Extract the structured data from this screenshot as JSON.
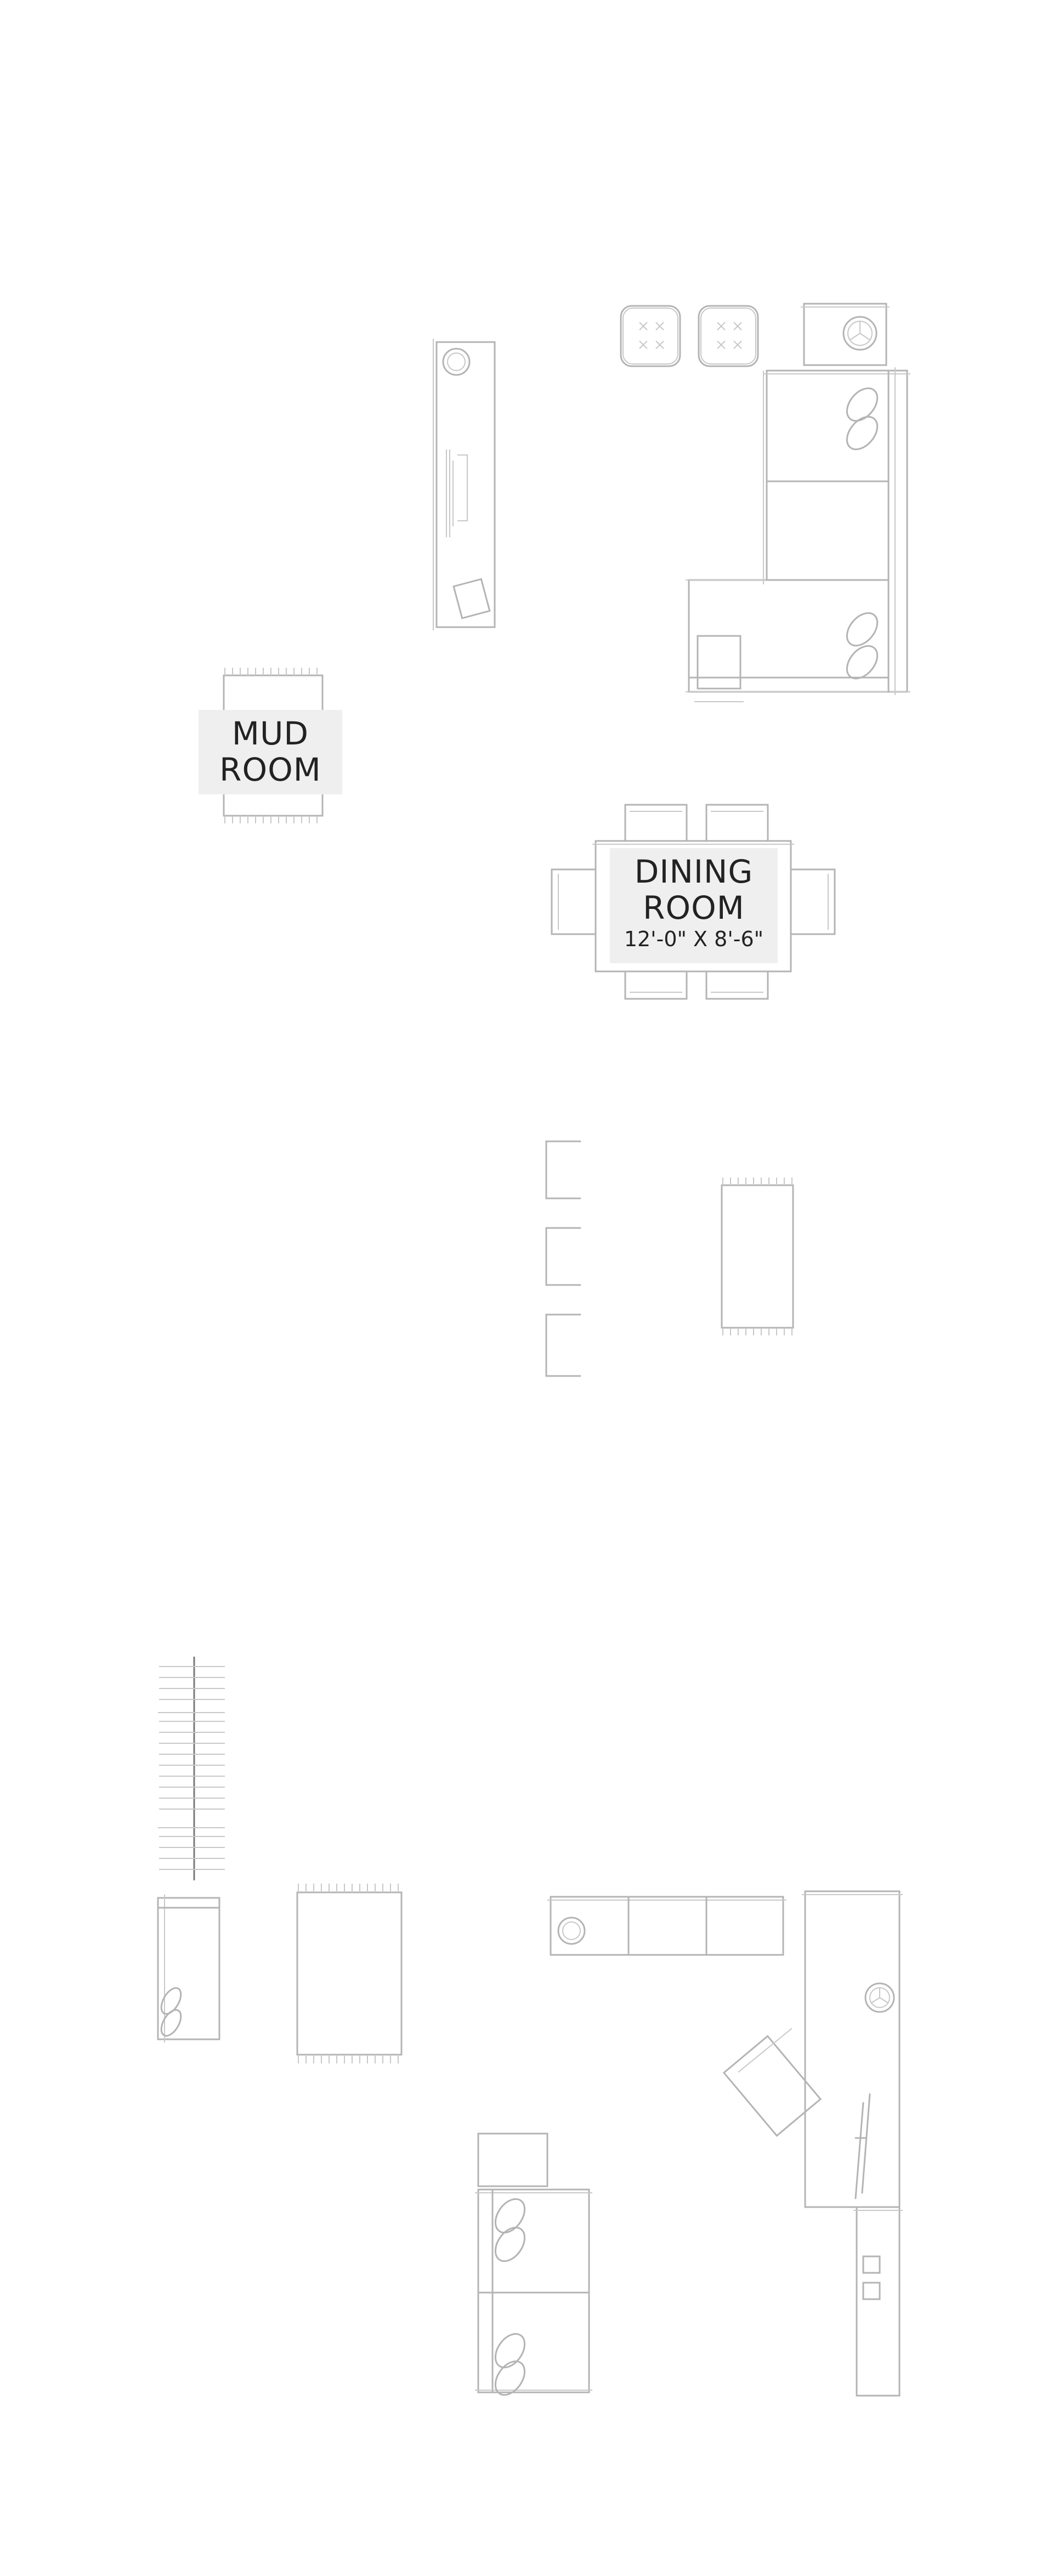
{
  "rooms": {
    "mud_room": {
      "name_line1": "MUD",
      "name_line2": "ROOM"
    },
    "dining_room": {
      "name_line1": "DINING",
      "name_line2": "ROOM",
      "dimensions": "12'-0\" X 8'-6\""
    }
  },
  "colors": {
    "linework": "#b4b4b4",
    "label_background": "#efefef",
    "label_text": "#222222"
  },
  "icons": [
    "sofa-icon",
    "armchair-icon",
    "dining-table-icon",
    "rug-icon",
    "bed-icon",
    "cooktop-icon",
    "sink-icon",
    "toilet-icon",
    "closet-rod-icon",
    "lamp-icon"
  ]
}
